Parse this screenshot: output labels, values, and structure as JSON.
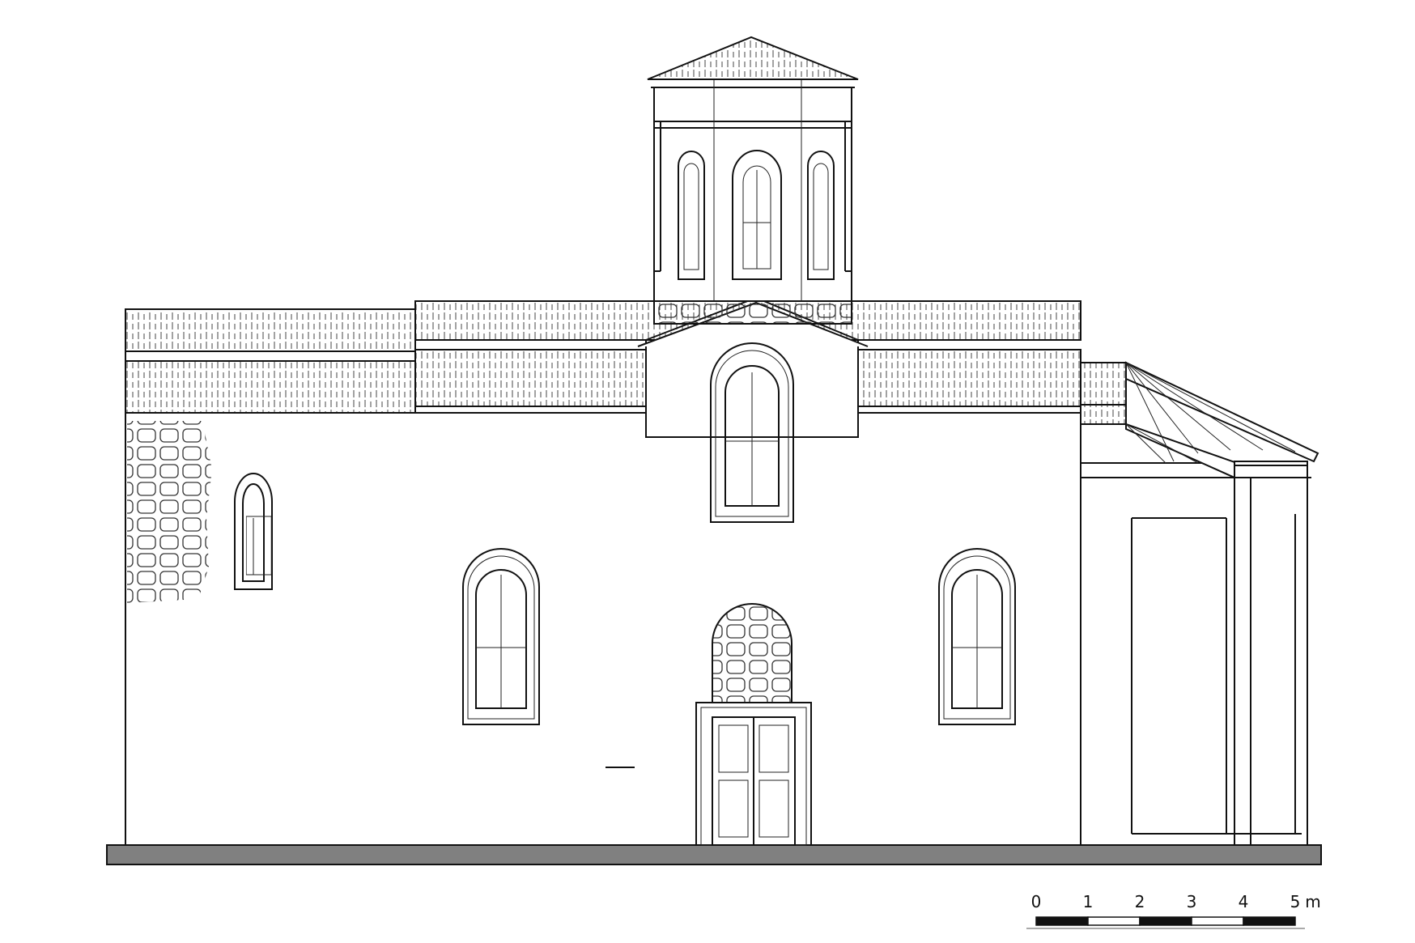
{
  "drawing": {
    "type": "architectural-elevation",
    "ground_color": "#808080",
    "line_color": "#111111"
  },
  "scale_bar": {
    "labels": [
      "0",
      "1",
      "2",
      "3",
      "4",
      "5"
    ],
    "unit": "m"
  }
}
